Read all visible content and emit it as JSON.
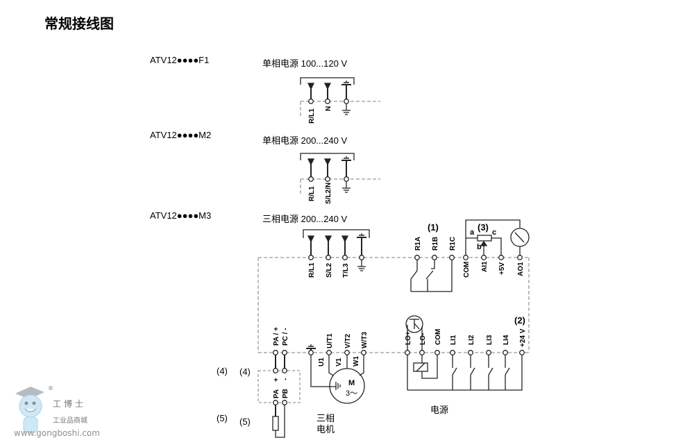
{
  "title": "常规接线图",
  "models": [
    {
      "name": "ATV12●●●●F1",
      "supply": "单相电源 100...120 V",
      "terminals": [
        "R/L1",
        "N"
      ]
    },
    {
      "name": "ATV12●●●●M2",
      "supply": "单相电源 200...240 V",
      "terminals": [
        "R/L1",
        "S/L2/N"
      ]
    },
    {
      "name": "ATV12●●●●M3",
      "supply": "三相电源 200...240 V",
      "terminals": [
        "R/L1",
        "S/L2",
        "T/L3"
      ]
    }
  ],
  "relay": {
    "ref": "(1)",
    "terminals": [
      "R1A",
      "R1B",
      "R1C"
    ]
  },
  "analog": {
    "ref": "(3)",
    "pot_labels": [
      "a",
      "b",
      "c"
    ],
    "terminals": [
      "COM",
      "AI1",
      "+5V",
      "AO1"
    ]
  },
  "logic": {
    "ref": "(2)",
    "terminals": [
      "LO+",
      "LO-",
      "COM",
      "LI1",
      "LI2",
      "LI3",
      "LI4",
      "+24 V"
    ]
  },
  "dc_bus": {
    "terminals": [
      "PA / +",
      "PC / -"
    ],
    "option_terms": [
      "+",
      "-"
    ],
    "resistor_terms": [
      "PA",
      "PB"
    ]
  },
  "motor": {
    "terminals": [
      "U/T1",
      "V/T2",
      "W/T3"
    ],
    "windings": [
      "U1",
      "V1",
      "W1"
    ],
    "symbol": "M",
    "phase": "3～",
    "caption_line1": "三相",
    "caption_line2": "电机"
  },
  "refs": {
    "four_a": "(4)",
    "four_b": "(4)",
    "five_a": "(5)",
    "five_b": "(5)"
  },
  "power_caption": "电源",
  "watermark": {
    "brand": "工博士",
    "tagline": "工业品商城",
    "url": "www.gongboshi.com",
    "registered": "®"
  }
}
